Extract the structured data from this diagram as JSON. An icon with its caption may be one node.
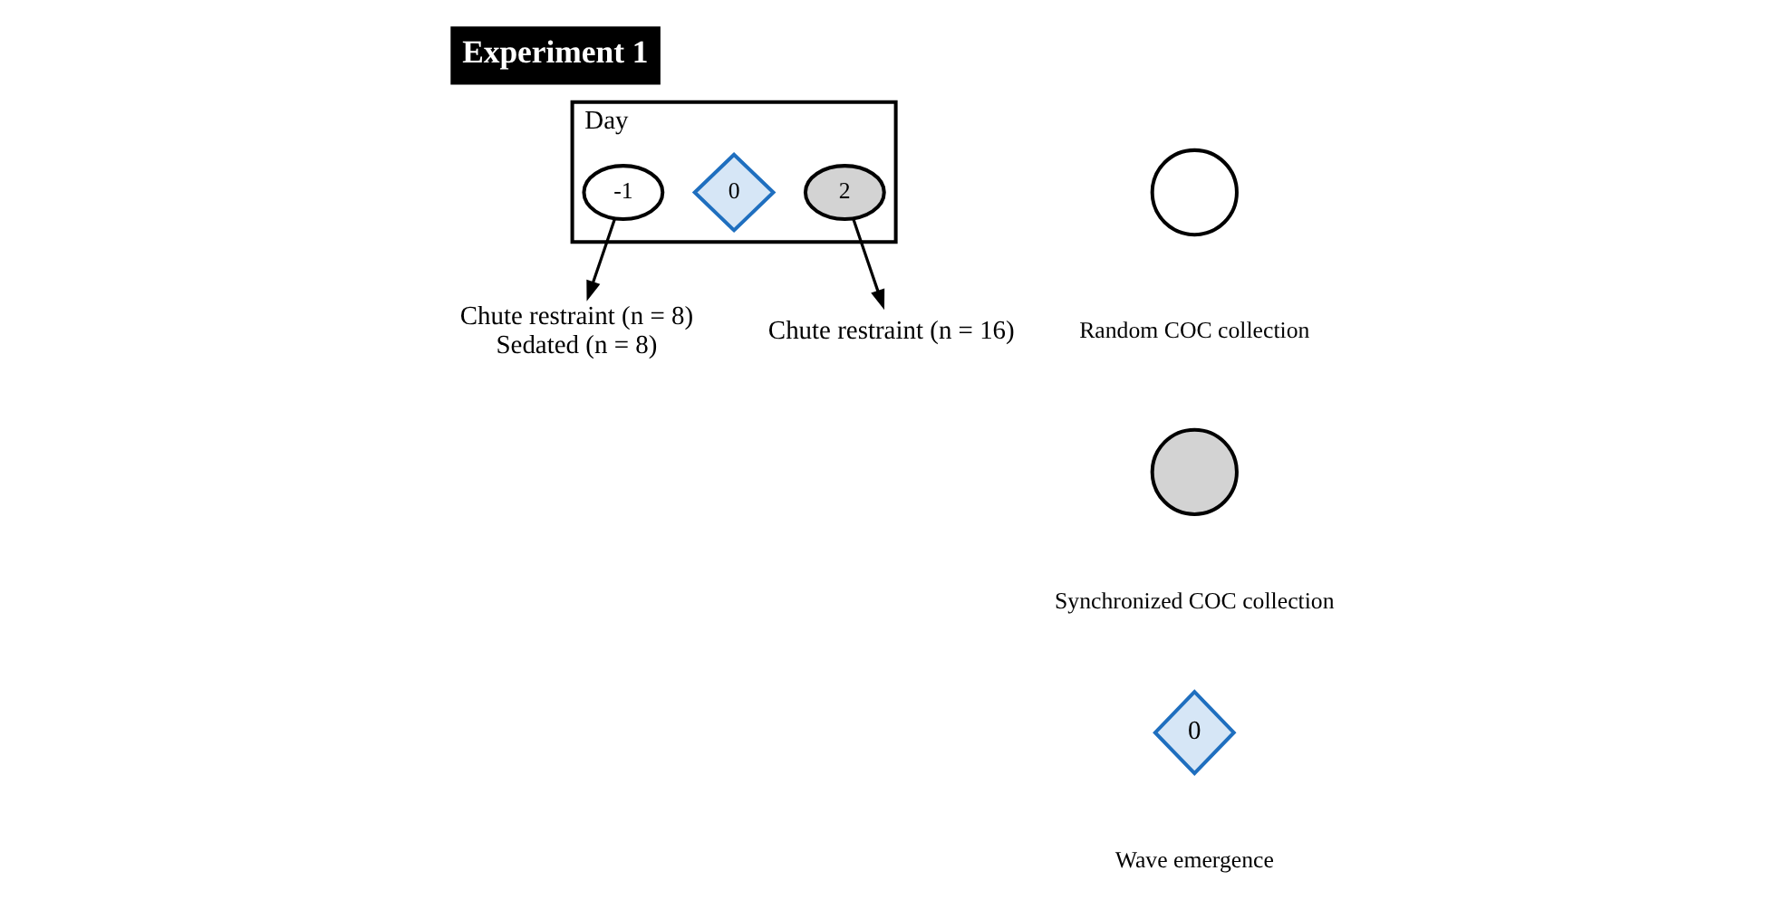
{
  "diagram": {
    "title": "Experiment 1",
    "nodes": [
      {
        "text": [
          "Day"
        ]
      },
      {
        "text": [
          "-1"
        ],
        "in": 0
      },
      {
        "text": [
          "0"
        ],
        "in": 0
      },
      {
        "text": [
          "2"
        ],
        "in": 0
      },
      {
        "text": [
          "Chute restraint (n = 8)",
          "Sedated (n = 8)"
        ]
      },
      {
        "text": [
          "Chute restraint (n = 16)"
        ]
      },
      {
        "text": [],
        "shape": "circle"
      },
      {
        "text": [],
        "shape": "circle"
      },
      {
        "text": [
          "0"
        ]
      }
    ],
    "edges": [
      {
        "from": 1,
        "to": 4,
        "arrow": "to"
      },
      {
        "from": 3,
        "to": 5,
        "arrow": "to"
      }
    ],
    "legend": [
      {
        "text": "Random COC collection"
      },
      {
        "text": "Synchronized COC collection"
      },
      {
        "text": "Wave emergence"
      }
    ]
  }
}
